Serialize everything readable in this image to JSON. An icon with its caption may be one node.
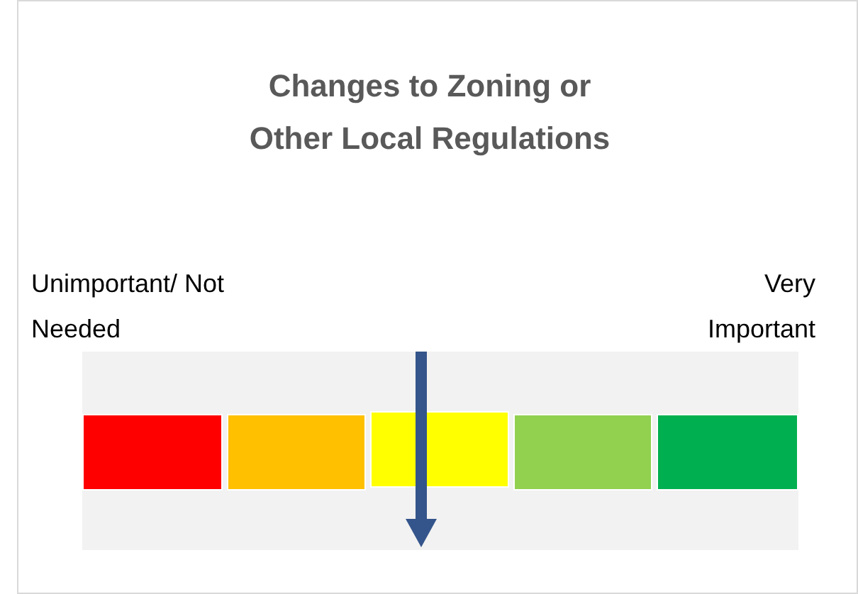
{
  "diagram": {
    "title": "Changes to Zoning or Other Local Regulations",
    "nodes": [
      {
        "text": [],
        "shape": "bar"
      },
      {
        "text": [],
        "shape": "bar",
        "in": 0
      },
      {
        "text": [],
        "shape": "bar",
        "in": 0
      },
      {
        "text": [],
        "shape": "bar",
        "in": 0
      },
      {
        "text": [],
        "shape": "bar",
        "in": 0
      },
      {
        "text": [],
        "shape": "bar",
        "in": 0
      }
    ],
    "labels": [
      "Unimportant/ Not Needed",
      "Very Important"
    ]
  }
}
